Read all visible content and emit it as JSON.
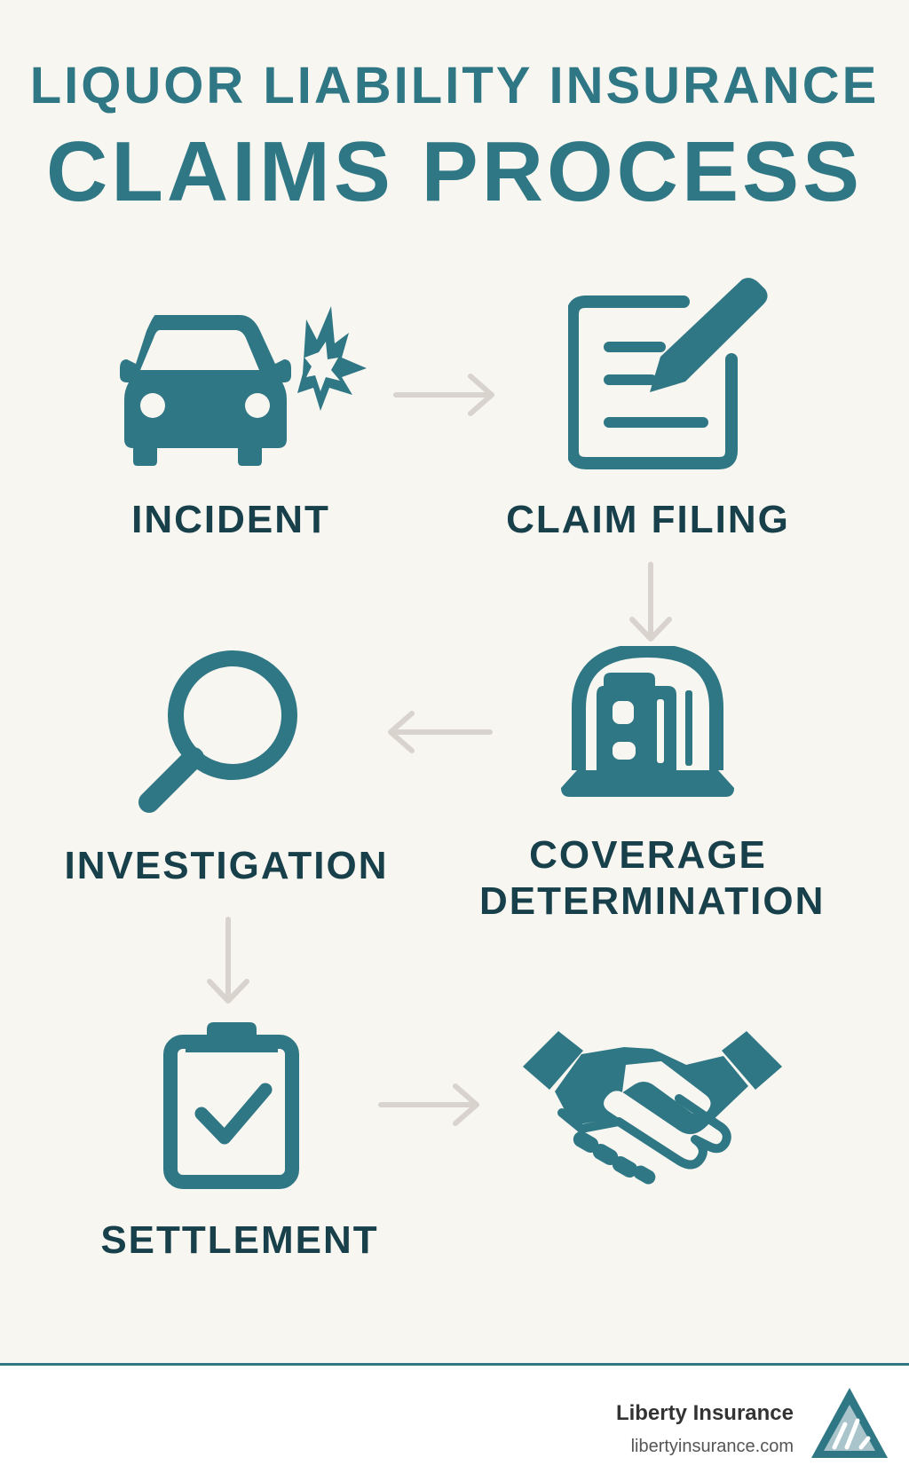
{
  "title": {
    "line1": "LIQUOR LIABILITY INSURANCE",
    "line2": "CLAIMS PROCESS"
  },
  "steps": [
    {
      "label": "INCIDENT",
      "icon": "car-crash-icon"
    },
    {
      "label": "CLAIM FILING",
      "icon": "document-pencil-icon"
    },
    {
      "label": "COVERAGE DETERMINATION",
      "icon": "building-dome-icon"
    },
    {
      "label": "INVESTIGATION",
      "icon": "magnifier-icon"
    },
    {
      "label": "SETTLEMENT",
      "icon": "clipboard-check-icon"
    },
    {
      "label": "",
      "icon": "handshake-icon"
    }
  ],
  "footer": {
    "brand": "Liberty Insurance",
    "url": "libertyinsurance.com"
  },
  "colors": {
    "accent": "#2f7784",
    "label": "#18404b",
    "arrow": "#d8d3cc",
    "background": "#f8f6f1"
  }
}
